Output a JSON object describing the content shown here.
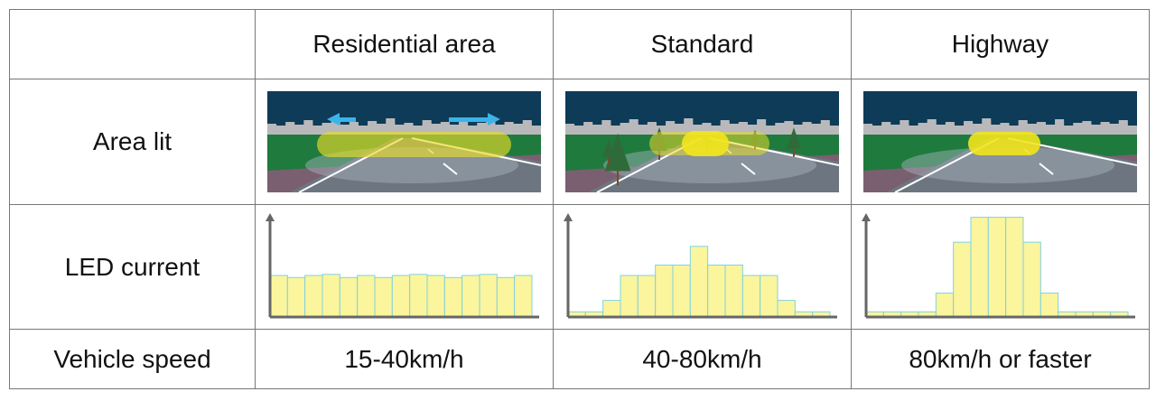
{
  "columns": [
    "",
    "Residential area",
    "Standard",
    "Highway"
  ],
  "rows": {
    "area_lit": "Area lit",
    "led_current": "LED current",
    "vehicle_speed": "Vehicle speed"
  },
  "speeds": [
    "15-40km/h",
    "40-80km/h",
    "80km/h or faster"
  ],
  "scenes": [
    "wide-beam-with-side-arrows",
    "wide-beam-with-bright-center",
    "narrow-bright-center-beam"
  ],
  "chart_data": [
    {
      "type": "bar",
      "title": "",
      "categories": [],
      "ylim": [
        0,
        100
      ],
      "values": [
        40,
        38,
        40,
        41,
        38,
        40,
        38,
        40,
        41,
        40,
        38,
        40,
        41,
        38,
        40
      ]
    },
    {
      "type": "bar",
      "title": "",
      "categories": [],
      "ylim": [
        0,
        100
      ],
      "values": [
        5,
        5,
        16,
        40,
        40,
        50,
        50,
        68,
        50,
        50,
        40,
        40,
        16,
        5,
        5
      ]
    },
    {
      "type": "bar",
      "title": "",
      "categories": [],
      "ylim": [
        0,
        100
      ],
      "values": [
        5,
        5,
        5,
        5,
        23,
        72,
        96,
        96,
        96,
        72,
        23,
        5,
        5,
        5,
        5
      ]
    }
  ],
  "colors": {
    "bar_fill": "#fbf59e",
    "bar_stroke": "#7fd3dc",
    "axis": "#666666",
    "sky": "#0d3b58",
    "beam": "#e6dc2a",
    "arrow": "#3bb4e8"
  }
}
